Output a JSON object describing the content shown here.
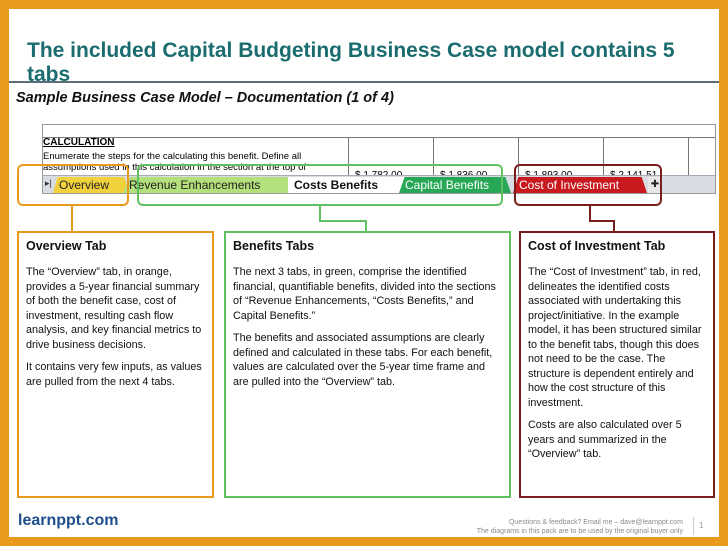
{
  "title": "The included Capital Budgeting Business Case model contains 5 tabs",
  "subtitle": "Sample Business Case Model – Documentation (1 of 4)",
  "sheet": {
    "calc_heading": "CALCULATION",
    "calc_text": "Enumerate the steps for the calculating this benefit. Define all assumptions used in this calculation in the section at the top of",
    "cells": [
      "$ 1,782.00",
      "$ 1,836.00",
      "$ 1,893.00",
      "$ 2,141.51"
    ],
    "tabs": {
      "overview": "Overview",
      "revenue": "Revenue Enhancements",
      "costs_benefits": "Costs Benefits",
      "capital": "Capital Benefits",
      "cost_investment": "Cost of Investment"
    }
  },
  "boxes": {
    "overview": {
      "heading": "Overview Tab",
      "p1": "The “Overview” tab, in orange, provides a 5-year financial summary of both the benefit case, cost of investment, resulting cash flow analysis, and key financial metrics to drive business decisions.",
      "p2": "It contains very few inputs, as values are pulled from the next 4 tabs."
    },
    "benefits": {
      "heading": "Benefits Tabs",
      "p1": "The next 3 tabs, in green, comprise the identified financial, quantifiable benefits, divided into the sections of “Revenue Enhancements, “Costs Benefits,” and Capital Benefits.”",
      "p2": "The benefits and associated assumptions are clearly defined and calculated in these tabs.  For each benefit, values are calculated over the 5-year time frame and are pulled into the “Overview” tab."
    },
    "cost": {
      "heading": "Cost of Investment Tab",
      "p1": "The “Cost of Investment” tab, in red, delineates the identified costs associated with undertaking this project/initiative.  In the example model, it has been structured similar to the benefit tabs, though this does not need to be the case.  The structure is dependent entirely and how the cost structure of this investment.",
      "p2": "Costs are also calculated over 5 years and summarized in the “Overview” tab."
    }
  },
  "brand": "learnppt.com",
  "footer": {
    "line1": "Questions & feedback?  Email me – dave@learnppt.com",
    "line2": "The diagrams in this pack are to be used by the original buyer only"
  },
  "page_number": "1",
  "colors": {
    "border": "#e89a1c",
    "title": "#1b6c6f",
    "green": "#5fc160",
    "red": "#7a1d1d"
  }
}
